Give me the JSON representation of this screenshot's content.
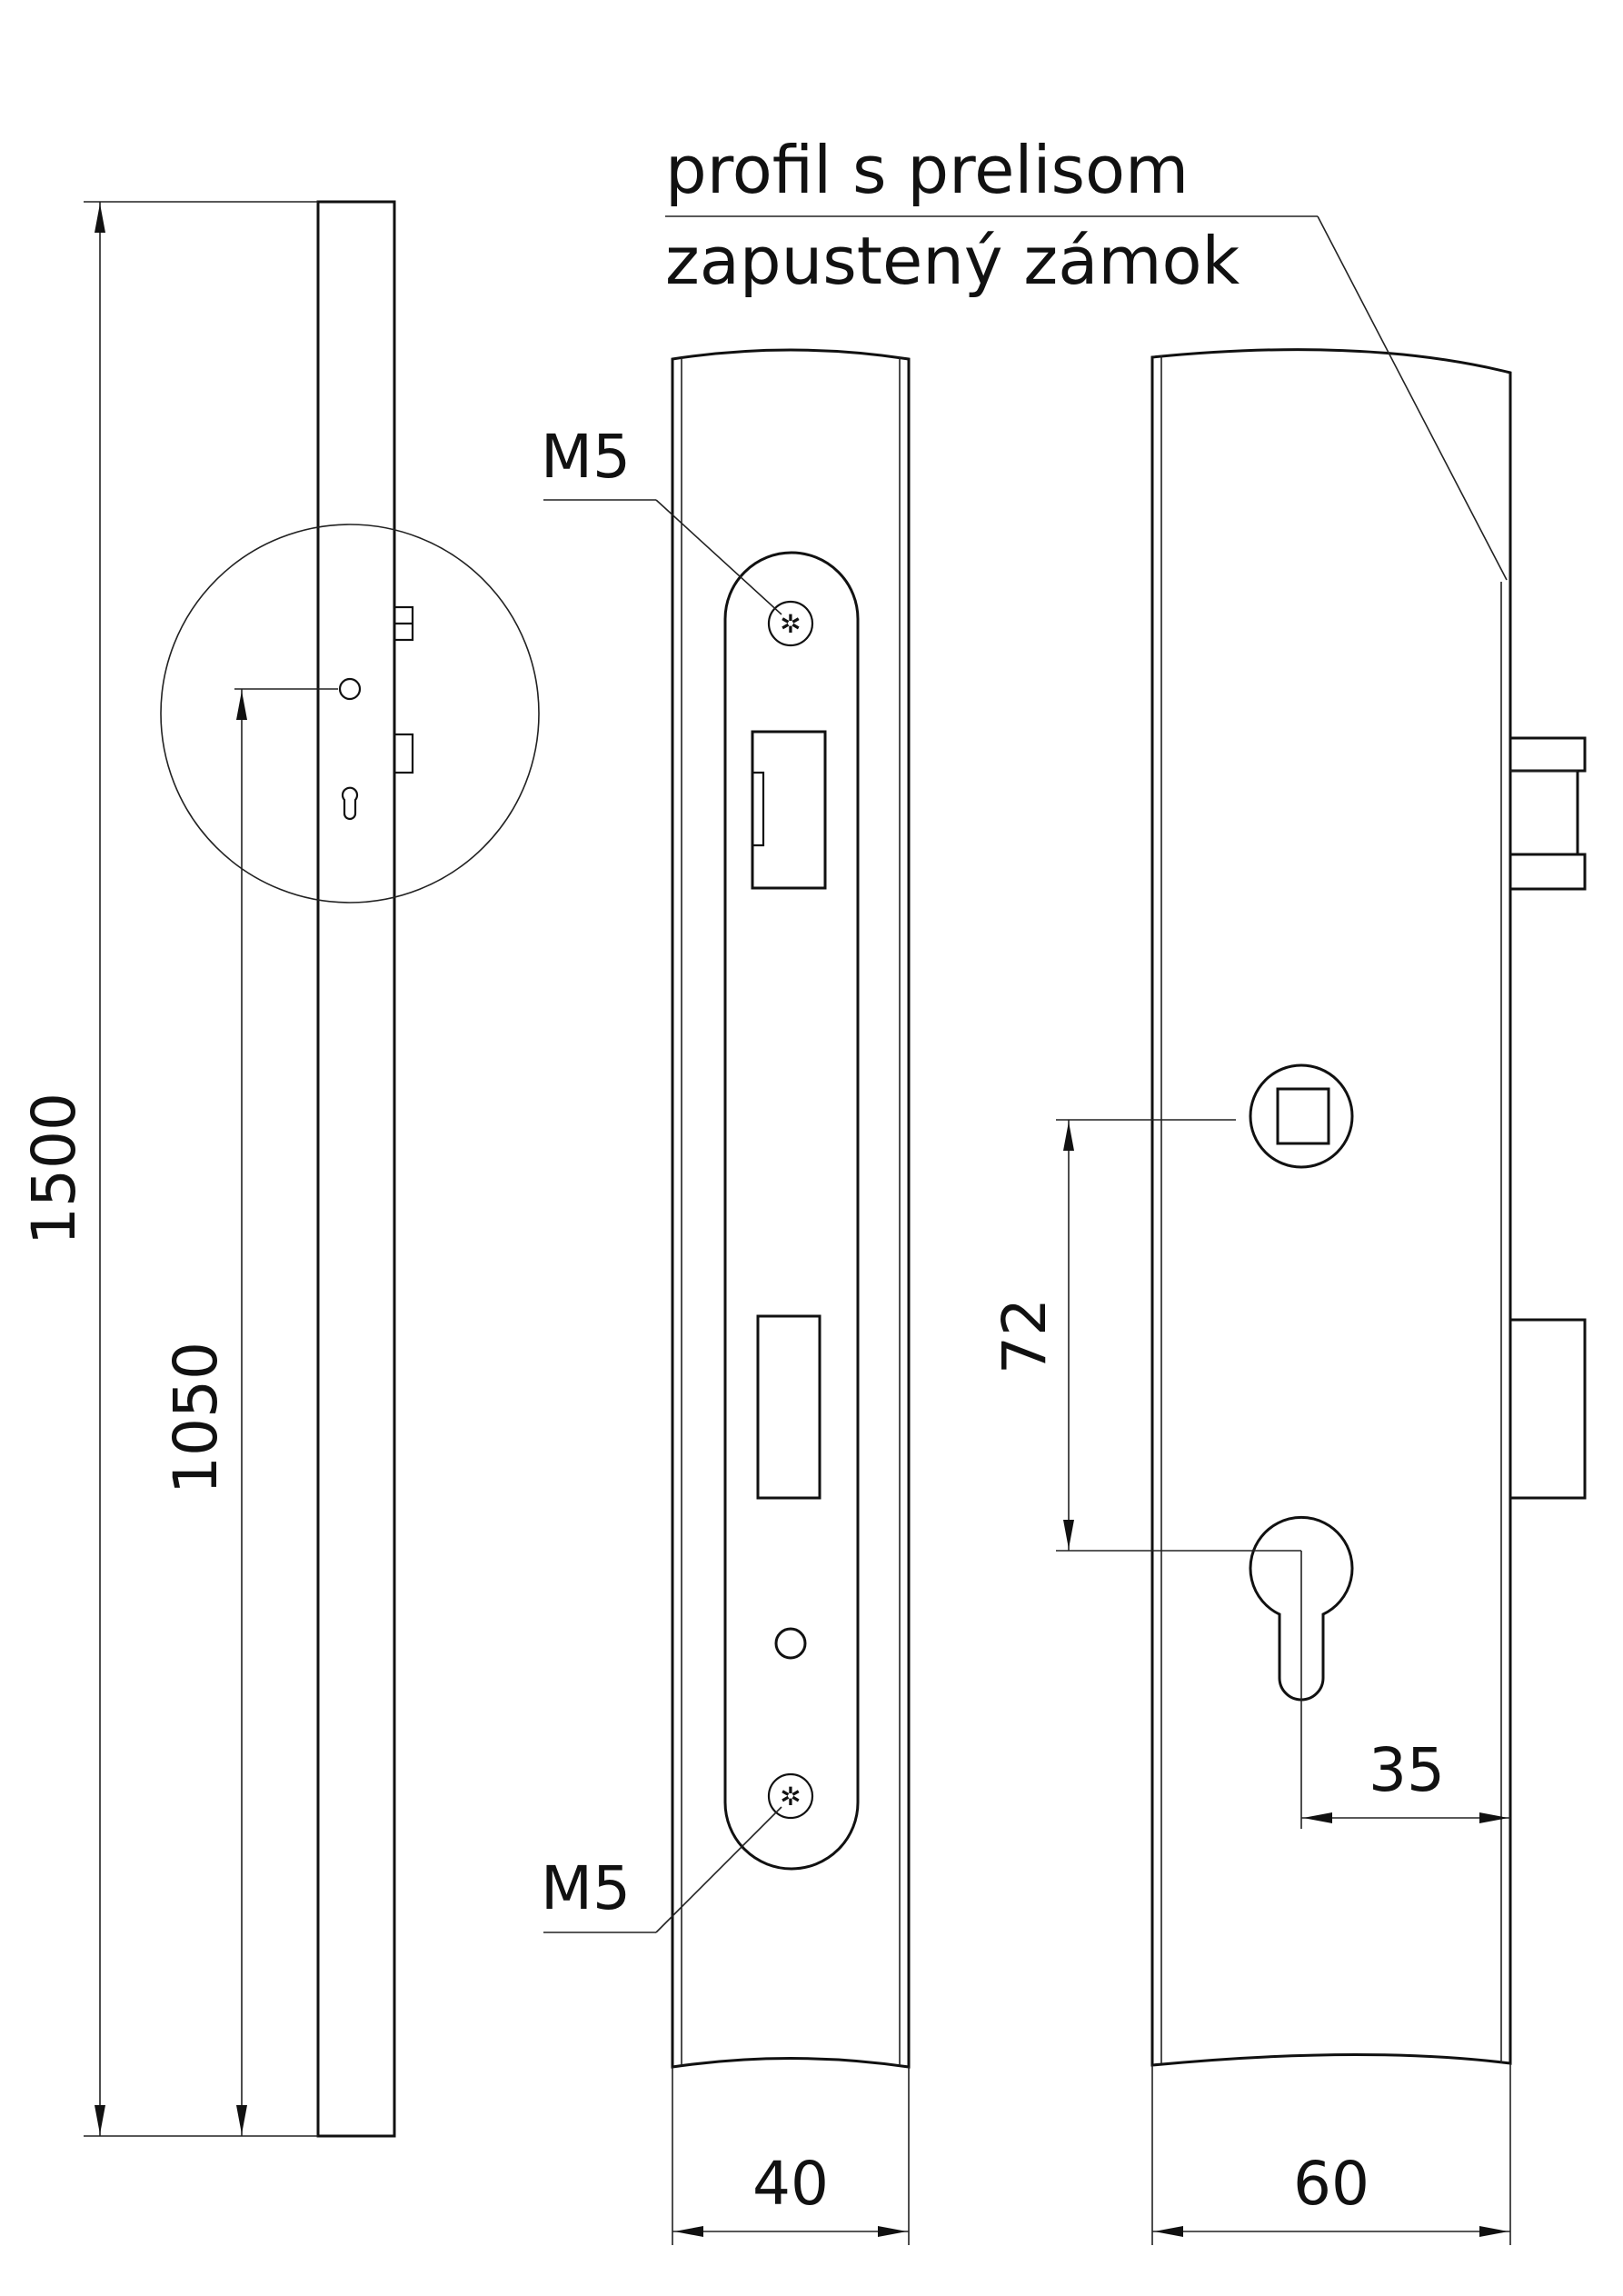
{
  "labels": {
    "profile_note": "profil s prelisom",
    "lock_note": "zapustený zámok",
    "screw_top": "M5",
    "screw_bottom": "M5"
  },
  "dimensions": {
    "total_height": "1500",
    "lock_height": "1050",
    "spindle_to_cylinder": "72",
    "backset": "35",
    "faceplate_width": "40",
    "profile_width": "60"
  }
}
